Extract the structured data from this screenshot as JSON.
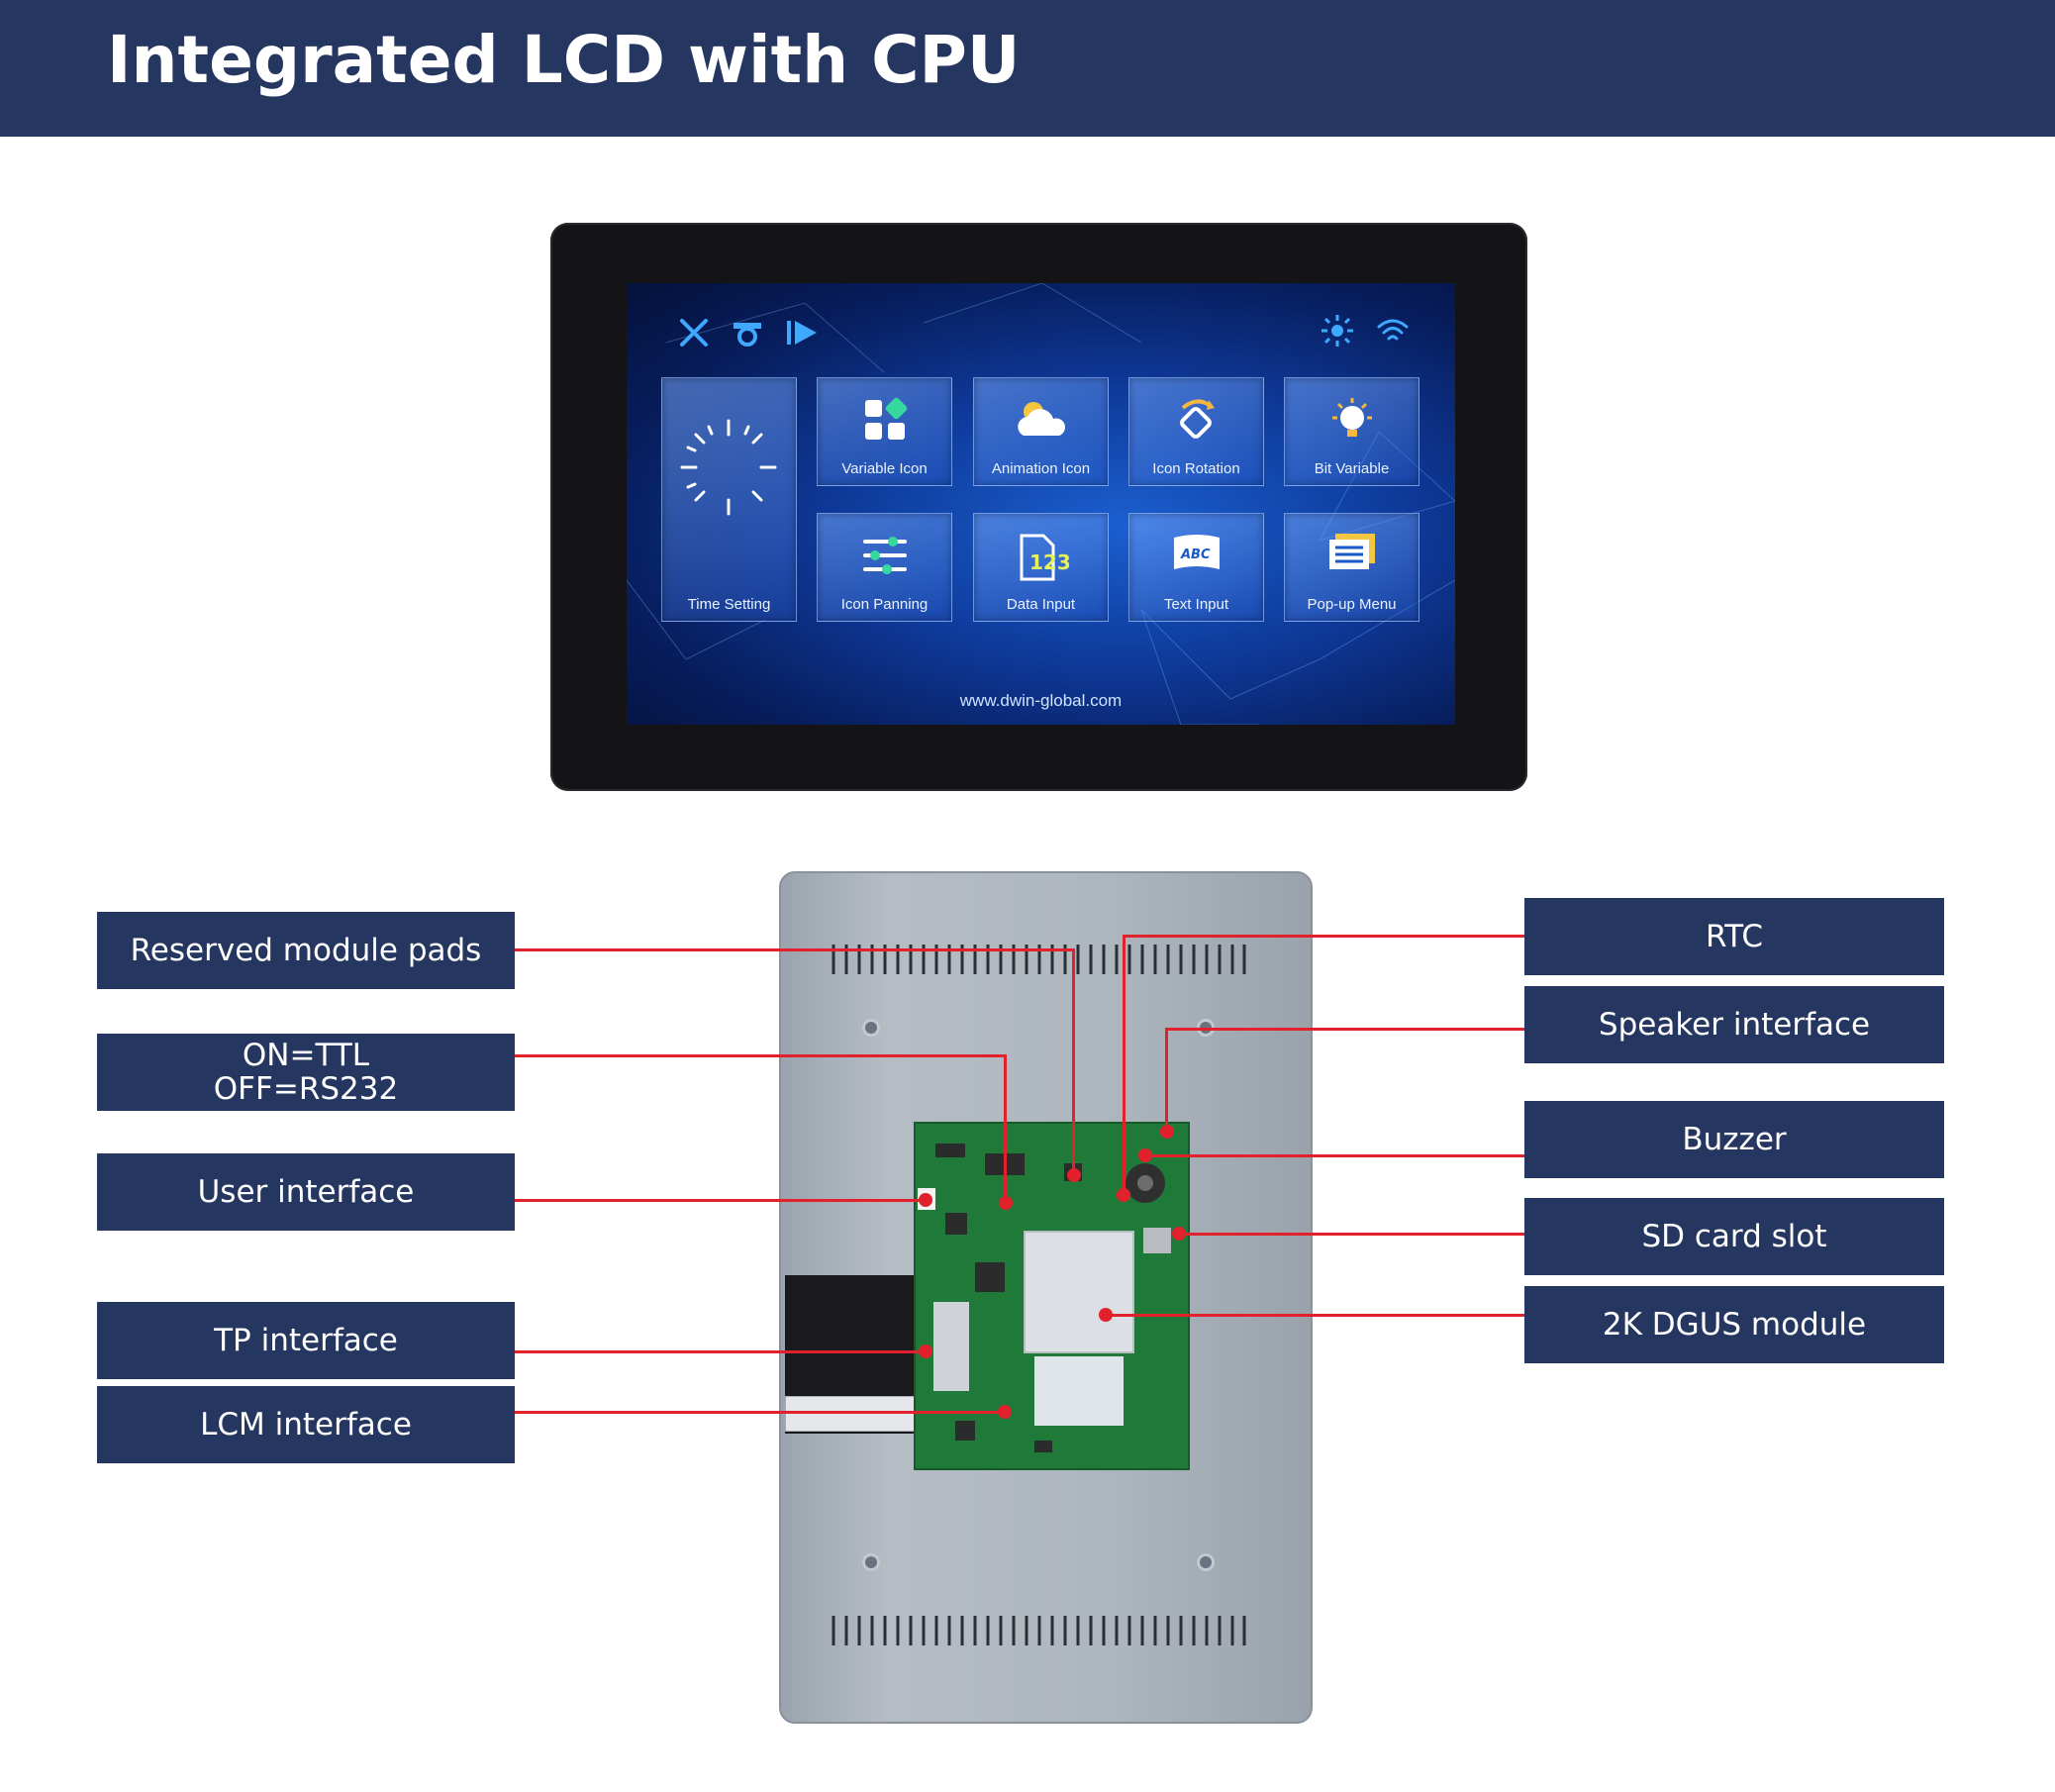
{
  "header": {
    "title": "Integrated LCD with CPU"
  },
  "lcd_screen": {
    "tiles": [
      {
        "label": "Time Setting",
        "icon": "clock-icon"
      },
      {
        "label": "Variable Icon",
        "icon": "blocks-icon"
      },
      {
        "label": "Animation Icon",
        "icon": "cloud-sun-icon"
      },
      {
        "label": "Icon Rotation",
        "icon": "rotate-icon"
      },
      {
        "label": "Bit Variable",
        "icon": "bulb-icon"
      },
      {
        "label": "Icon Panning",
        "icon": "sliders-icon"
      },
      {
        "label": "Data Input",
        "icon": "number-123-icon"
      },
      {
        "label": "Text Input",
        "icon": "abc-book-icon"
      },
      {
        "label": "Pop-up Menu",
        "icon": "menu-list-icon"
      }
    ],
    "url": "www.dwin-global.com"
  },
  "callouts_left": [
    {
      "label": "Reserved module pads"
    },
    {
      "label": "ON=TTL\nOFF=RS232"
    },
    {
      "label": "User interface"
    },
    {
      "label": "TP interface"
    },
    {
      "label": "LCM interface"
    }
  ],
  "callouts_right": [
    {
      "label": "RTC"
    },
    {
      "label": "Speaker interface"
    },
    {
      "label": "Buzzer"
    },
    {
      "label": "SD card slot"
    },
    {
      "label": "2K DGUS module"
    }
  ],
  "colors": {
    "banner": "#253660",
    "leader_line": "#e1212b",
    "pcb": "#1f7a3a"
  }
}
